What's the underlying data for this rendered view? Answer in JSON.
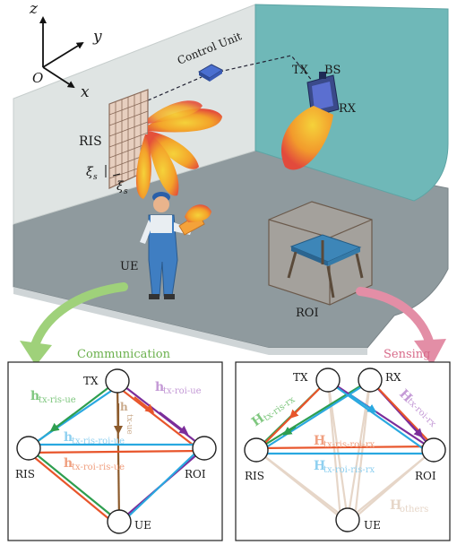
{
  "axes": {
    "z": "z",
    "y": "y",
    "x": "x",
    "origin": "O"
  },
  "scene": {
    "control_unit": "Control Unit",
    "tx": "TX",
    "bs": "BS",
    "rx": "RX",
    "ris": "RIS",
    "xi_s": "ξ",
    "xi_s_sub": "s",
    "ue": "UE",
    "roi": "ROI"
  },
  "labels": {
    "communication": "Communication",
    "sensing": "Sensing"
  },
  "comm": {
    "tx": "TX",
    "ris": "RIS",
    "roi": "ROI",
    "ue": "UE",
    "h": "h",
    "h_tx_ris_ue": "tx-ris-ue",
    "h_tx_roi_ue": "tx-roi-ue",
    "h_tx_ue": "tx-ue",
    "h_tx_ris_roi_ue": "tx-ris-roi-ue",
    "h_tx_roi_ris_ue": "tx-roi-ris-ue"
  },
  "sense": {
    "tx": "TX",
    "rx": "RX",
    "ris": "RIS",
    "roi": "ROI",
    "ue": "UE",
    "H": "H",
    "H_tx_ris_rx": "tx-ris-rx",
    "H_tx_roi_rx": "tx-roi-rx",
    "H_tx_ris_roi_rx": "tx-ris-roi-rx",
    "H_tx_roi_ris_rx": "tx-roi-ris-rx",
    "H_others": "others"
  },
  "colors": {
    "green": "#2e9e4f",
    "orange": "#e8552b",
    "brown": "#8c5a2b",
    "purple": "#7b2d9a",
    "cyan": "#29a8e0",
    "light_green": "#7fc77f",
    "light_orange": "#f0a080",
    "light_cyan": "#8fd0f0",
    "light_purple": "#c49ad6",
    "beige": "#e6d6c8",
    "comm_arrow": "#9fd17a",
    "sense_arrow": "#e38ea6",
    "teal_wall": "#6fb8b8",
    "floor": "#8f9a9e"
  }
}
